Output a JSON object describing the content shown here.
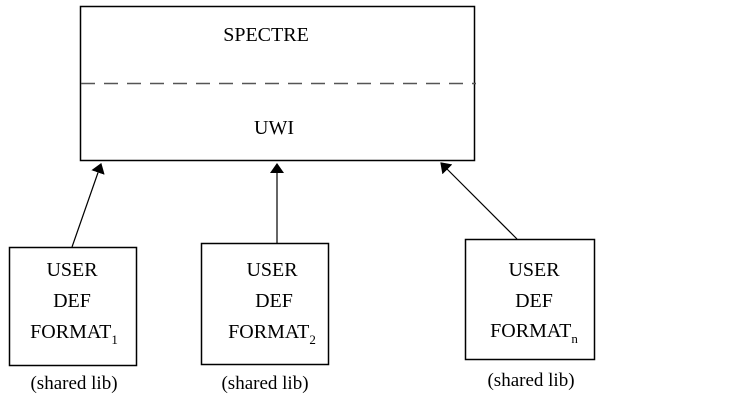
{
  "main_box": {
    "top_label": "SPECTRE",
    "bottom_label": "UWI"
  },
  "user_formats": [
    {
      "line1": "USER",
      "line2": "DEF",
      "line3": "FORMAT",
      "subscript": "1",
      "caption": "(shared lib)"
    },
    {
      "line1": "USER",
      "line2": "DEF",
      "line3": "FORMAT",
      "subscript": "2",
      "caption": "(shared lib)"
    },
    {
      "line1": "USER",
      "line2": "DEF",
      "line3": "FORMAT",
      "subscript": "n",
      "caption": "(shared lib)"
    }
  ]
}
